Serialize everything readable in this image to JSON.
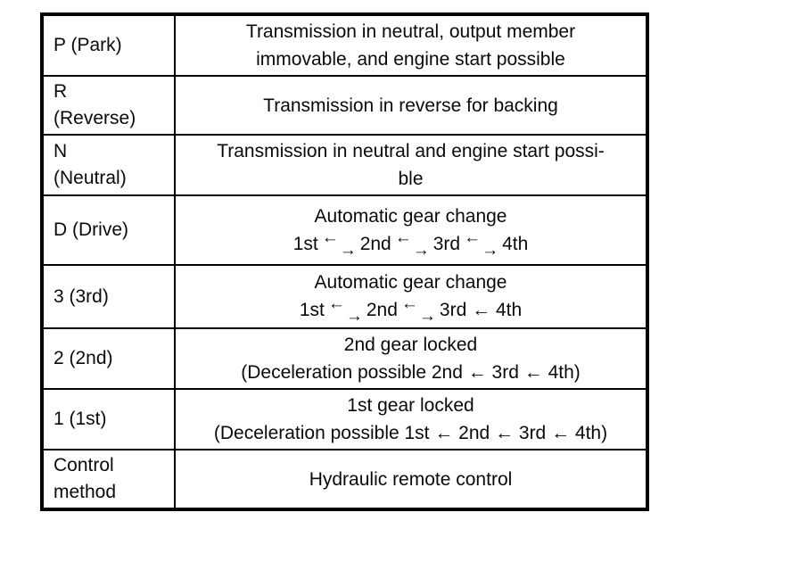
{
  "page": {
    "background_color": "#ffffff",
    "text_color": "#0a0a0a",
    "border_color": "#000000"
  },
  "table": {
    "bi_arrow": {
      "up": "←",
      "down": "→"
    },
    "rows": [
      {
        "label": "P (Park)",
        "lines": [
          "Transmission in neutral, output member",
          "immovable, and engine start possible"
        ]
      },
      {
        "label": "R\n(Reverse)",
        "lines": [
          "Transmission in reverse for backing"
        ]
      },
      {
        "label": "N\n(Neutral)",
        "lines": [
          "Transmission in neutral and engine start possi-",
          "ble"
        ]
      },
      {
        "label": "D (Drive)",
        "lines": [
          "Automatic gear change",
          "1st[bi]2nd[bi]3rd[bi]4th"
        ]
      },
      {
        "label": "3 (3rd)",
        "lines": [
          "Automatic gear change",
          "1st[bi]2nd[bi]3rd ← 4th"
        ]
      },
      {
        "label": "2 (2nd)",
        "lines": [
          "2nd gear locked",
          "(Deceleration possible 2nd ← 3rd ← 4th)"
        ]
      },
      {
        "label": "1 (1st)",
        "lines": [
          "1st gear locked",
          "(Deceleration possible 1st ← 2nd ← 3rd ← 4th)"
        ]
      },
      {
        "label": "Control\nmethod",
        "lines": [
          "Hydraulic remote control"
        ]
      }
    ]
  }
}
